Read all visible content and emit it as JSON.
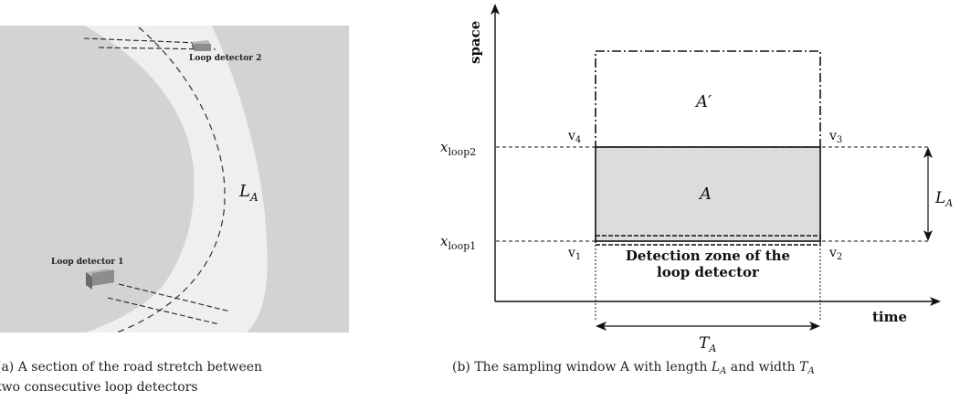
{
  "panel_a": {
    "detector_1_label": "Loop detector 1",
    "detector_2_label": "Loop detector 2",
    "length_label": "L",
    "length_sub": "A",
    "caption_line1": "(a)  A section of the road stretch between",
    "caption_line2": "two consecutive loop detectors",
    "colors": {
      "background": "#d3d3d3",
      "road": "#efefef",
      "detector": "#8d8d8d"
    }
  },
  "panel_b": {
    "y_axis_label": "space",
    "x_axis_label": "time",
    "loop2_label": "x",
    "loop2_sub": "loop2",
    "loop1_label": "x",
    "loop1_sub": "loop1",
    "v1": "v",
    "v1_sub": "1",
    "v2": "v",
    "v2_sub": "2",
    "v3": "v",
    "v3_sub": "3",
    "v4": "v",
    "v4_sub": "4",
    "region_upper": "A′",
    "region_main": "A",
    "length_label": "L",
    "length_sub": "A",
    "width_label": "T",
    "width_sub": "A",
    "detection_line1": "Detection zone of the",
    "detection_line2": "loop detector",
    "caption_prefix": "(b)  The sampling window A with length ",
    "caption_L": "L",
    "caption_L_sub": "A",
    "caption_mid": " and width ",
    "caption_T": "T",
    "caption_T_sub": "A",
    "colors": {
      "window_fill": "#dcdcdc"
    }
  }
}
